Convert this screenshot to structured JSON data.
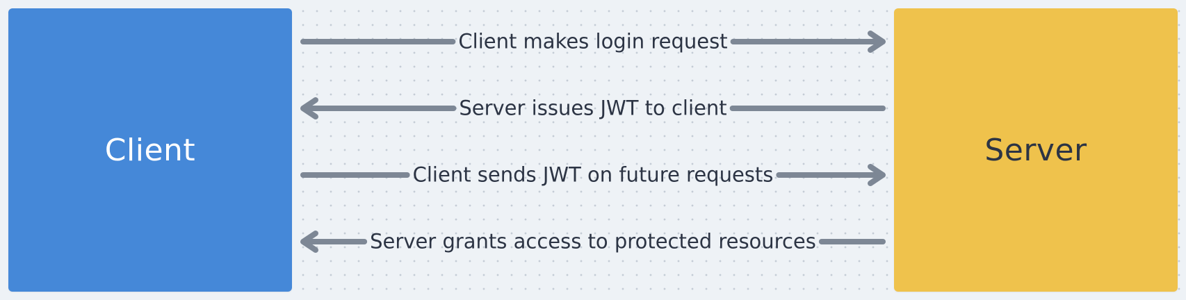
{
  "nodes": {
    "client": {
      "label": "Client",
      "color": "#4588d8",
      "text_color": "#ffffff"
    },
    "server": {
      "label": "Server",
      "color": "#efc24c",
      "text_color": "#2c3444"
    }
  },
  "arrow_color": "#7d8795",
  "edges": [
    {
      "label": "Client makes login request",
      "direction": "right"
    },
    {
      "label": "Server issues JWT to client",
      "direction": "left"
    },
    {
      "label": "Client sends JWT on future requests",
      "direction": "right"
    },
    {
      "label": "Server grants access to protected resources",
      "direction": "left"
    }
  ]
}
